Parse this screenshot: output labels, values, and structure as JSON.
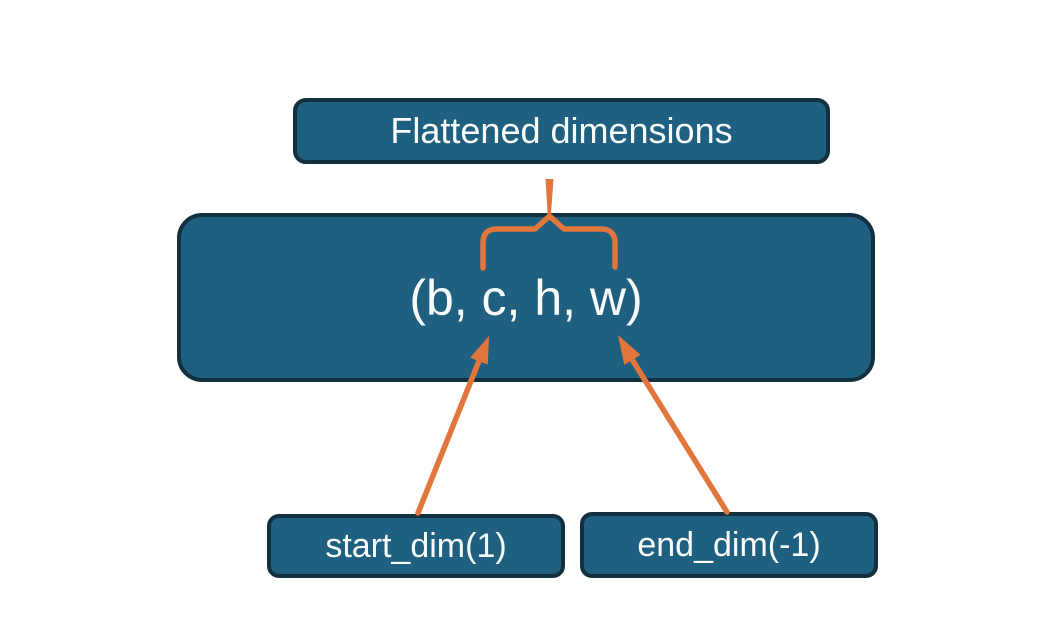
{
  "diagram": {
    "top_label": "Flattened dimensions",
    "tensor_shape": "(b, c, h, w)",
    "start_dim_label": "start_dim(1)",
    "end_dim_label": "end_dim(-1)"
  },
  "connectors": {
    "stem": "vertical-stem-from-flattened-label",
    "brace": "horizontal-curly-brace-over-c-h-w",
    "start_arrow": "arrow-from-start-dim-to-c",
    "end_arrow": "arrow-from-end-dim-to-w"
  },
  "colors": {
    "accent_orange": "#e2753c",
    "box_fill": "#1f5f7f",
    "box_border": "#12303e",
    "text": "#f7fbfa",
    "background": "#ffffff"
  }
}
